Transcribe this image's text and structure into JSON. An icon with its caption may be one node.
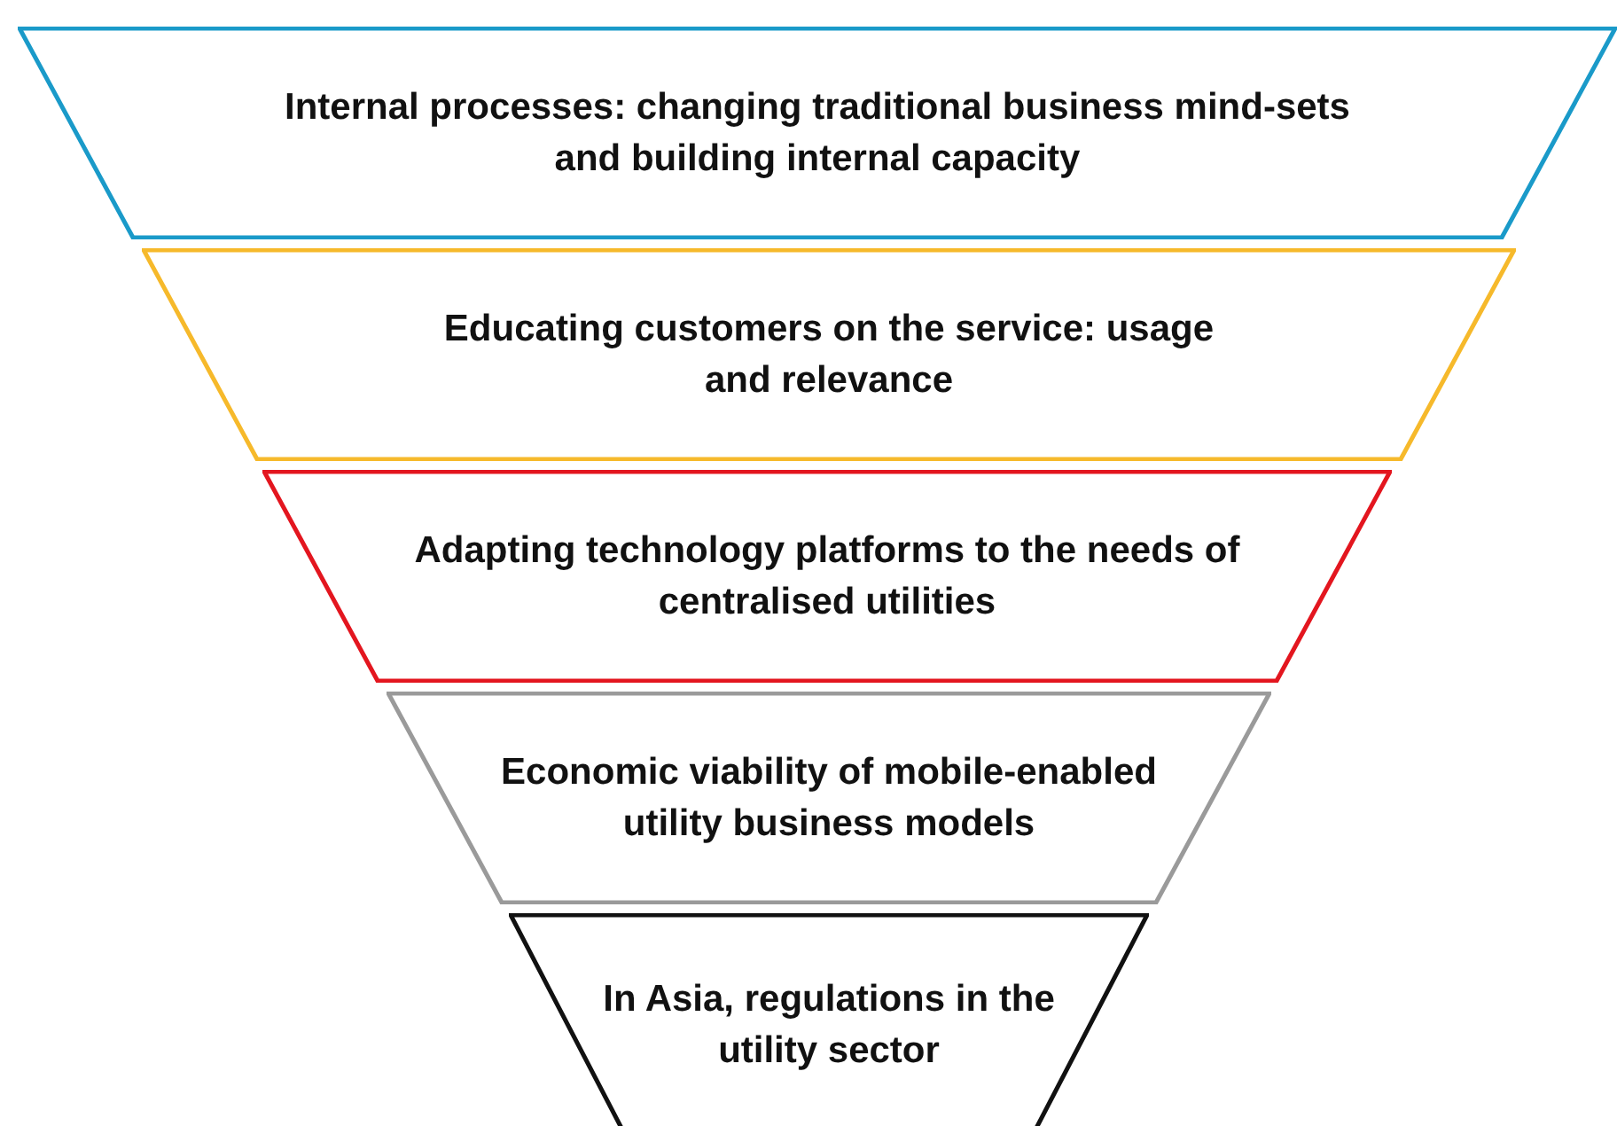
{
  "diagram": {
    "nodes": [
      {
        "text": [
          "Internal processes: changing traditional business mind-sets and building internal capacity"
        ]
      },
      {
        "text": [
          "Educating customers on the service: usage and relevance"
        ]
      },
      {
        "text": [
          "Adapting technology platforms to the needs of centralised utilities"
        ]
      },
      {
        "text": [
          "Economic viability of mobile-enabled utility business models"
        ]
      },
      {
        "text": [
          "In Asia, regulations in the utility sector"
        ]
      }
    ]
  }
}
